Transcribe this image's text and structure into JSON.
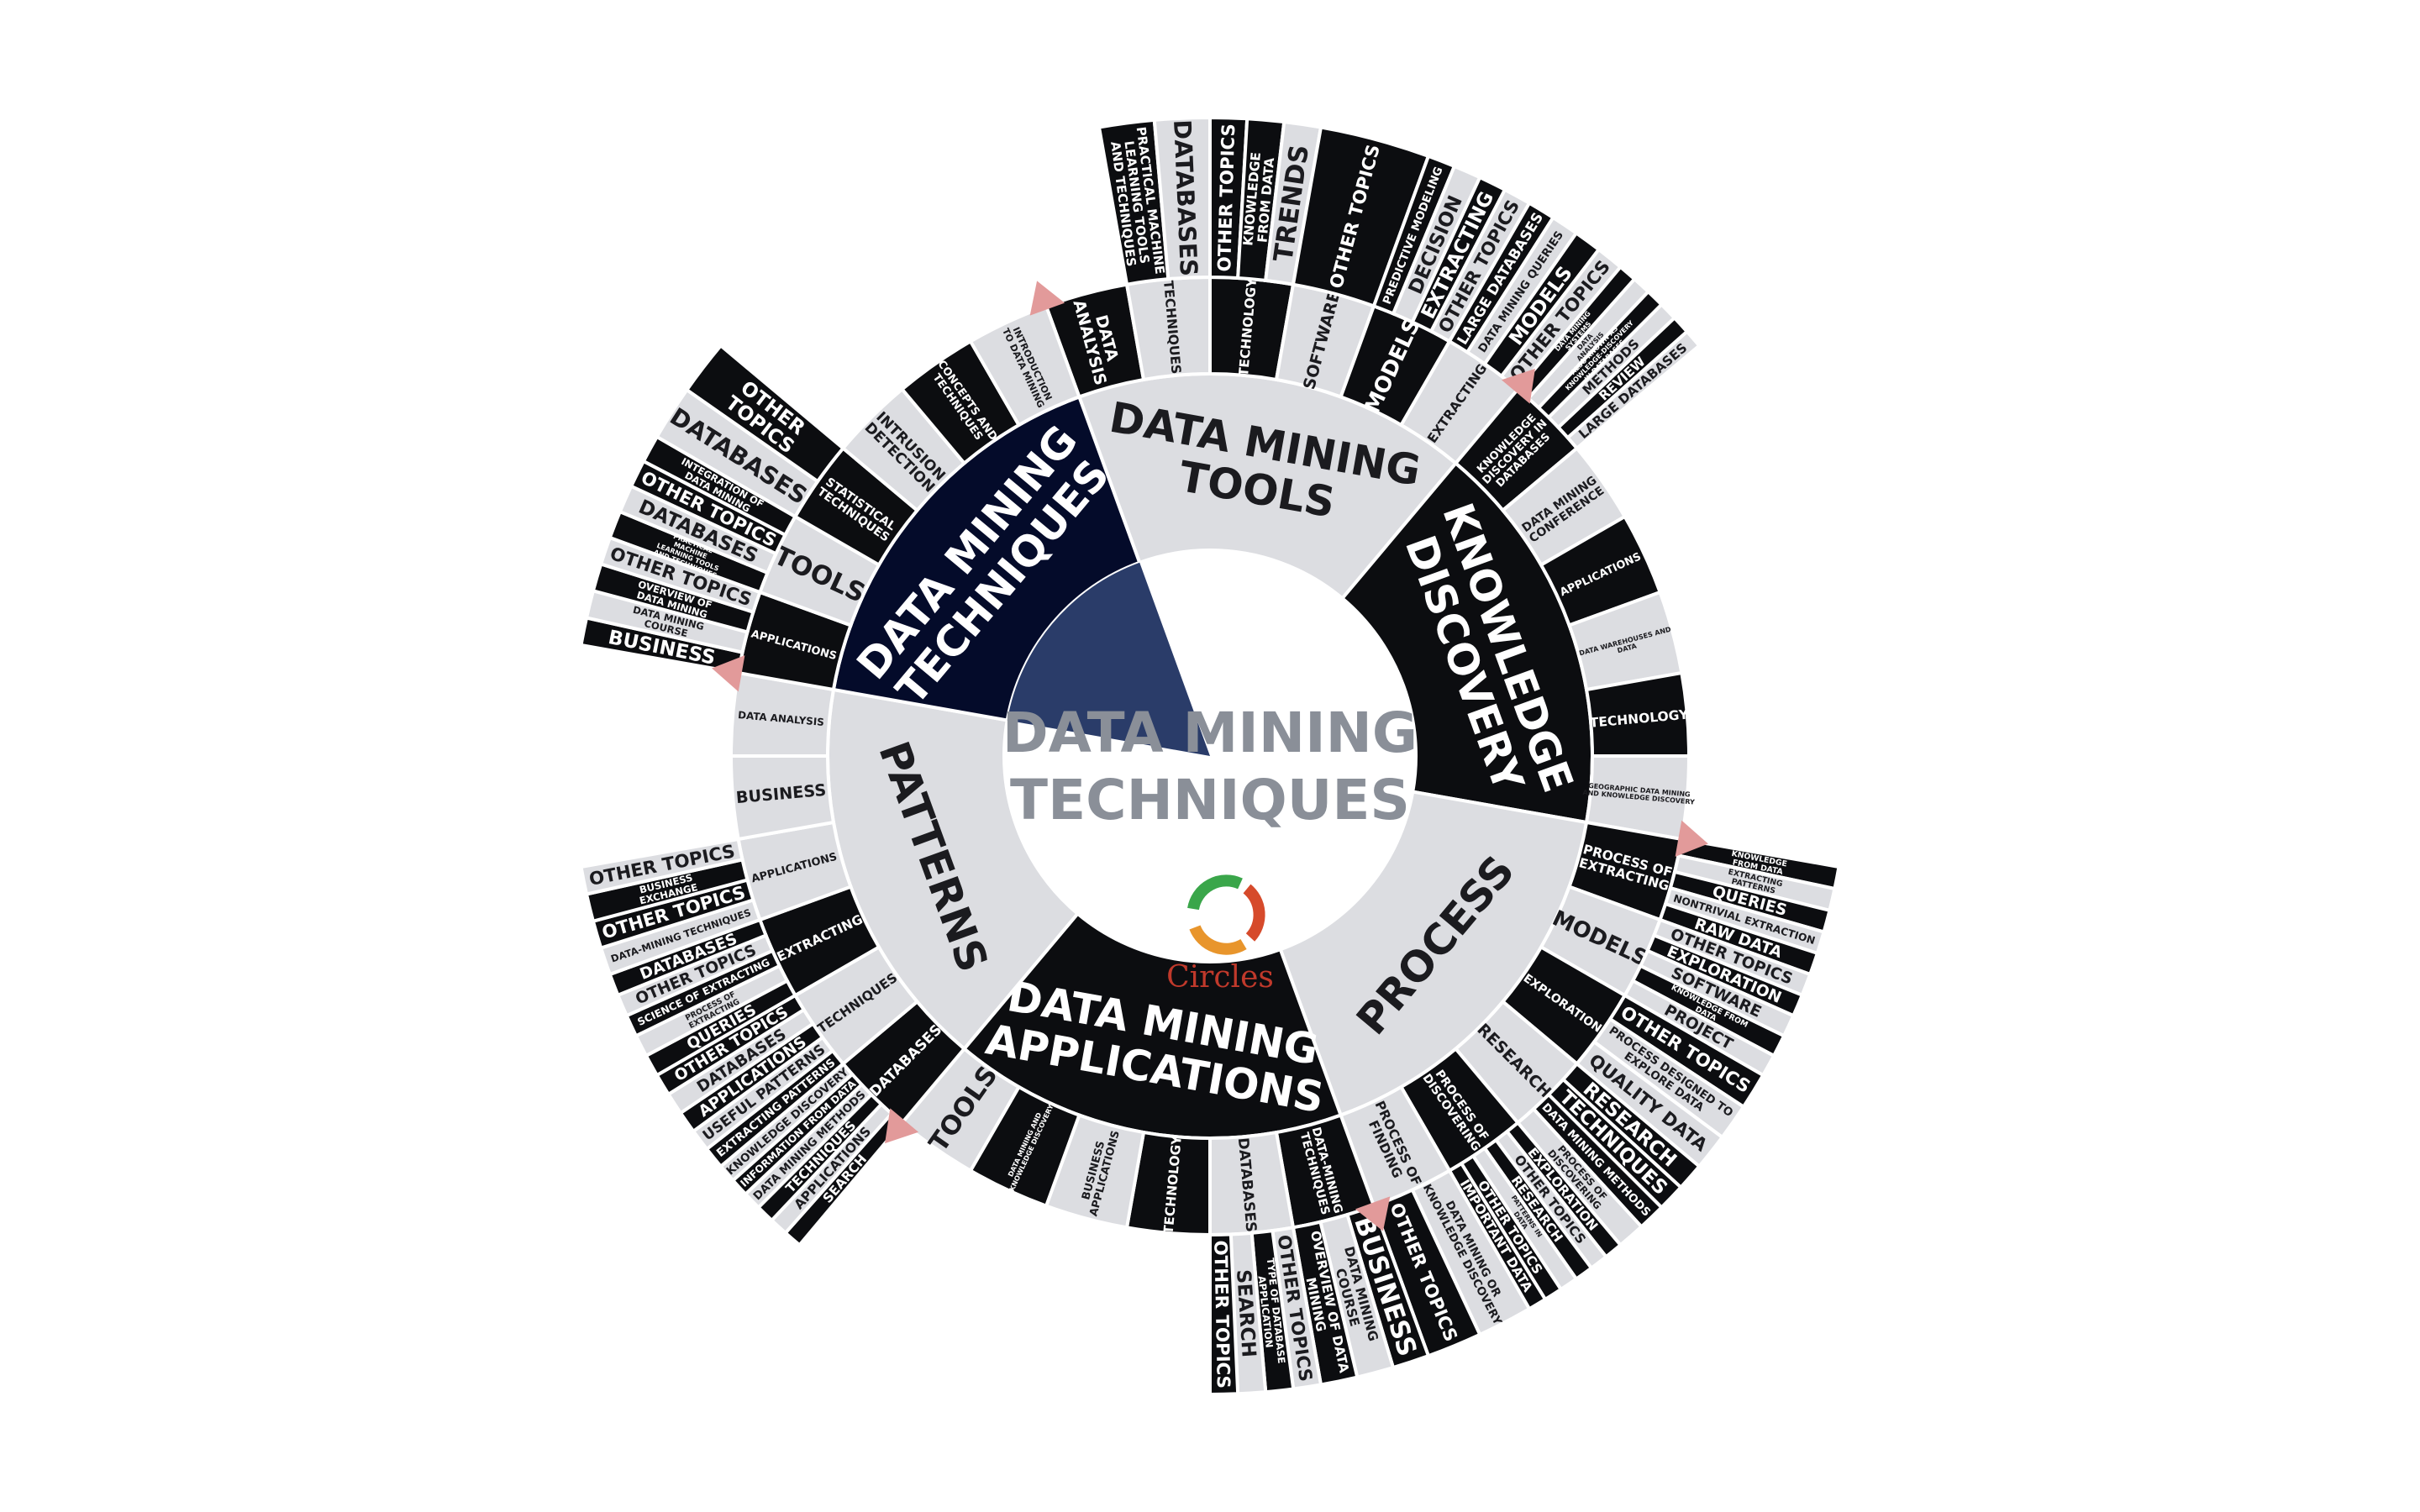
{
  "center": {
    "title_line1": "DATA MINING",
    "title_line2": "TECHNIQUES",
    "brand": "Circles"
  },
  "colors": {
    "dark": "#0c0d10",
    "light": "#dcdde1",
    "navy": "#040b2a",
    "navy_inner": "#2a3c69",
    "white": "#ffffff",
    "marker": "#e29a9a"
  },
  "categories": [
    {
      "id": "data-mining-tools",
      "label": [
        "DATA MINING",
        "TOOLS"
      ],
      "style": "light",
      "subs": [
        {
          "label": [
            "DATA",
            "ANALYSIS"
          ],
          "style": "dark",
          "leaves": []
        },
        {
          "label": [
            "TECHNIQUES"
          ],
          "style": "light",
          "leaves": [
            {
              "label": [
                "PRACTICAL MACHINE",
                "LEARNING TOOLS",
                "AND TECHNIQUES"
              ],
              "style": "dark"
            },
            {
              "label": [
                "DATABASES"
              ],
              "style": "light"
            }
          ]
        },
        {
          "label": [
            "TECHNOLOGY"
          ],
          "style": "dark",
          "leaves": [
            {
              "label": [
                "OTHER TOPICS"
              ],
              "style": "dark"
            },
            {
              "label": [
                "KNOWLEDGE",
                "FROM DATA"
              ],
              "style": "dark"
            },
            {
              "label": [
                "TRENDS"
              ],
              "style": "light"
            }
          ]
        },
        {
          "label": [
            "SOFTWARE"
          ],
          "style": "light",
          "leaves": [
            {
              "label": [
                "OTHER TOPICS"
              ],
              "style": "dark"
            }
          ]
        },
        {
          "label": [
            "MODELS"
          ],
          "style": "dark",
          "leaves": [
            {
              "label": [
                "PREDICTIVE MODELING"
              ],
              "style": "dark"
            },
            {
              "label": [
                "DECISION"
              ],
              "style": "light"
            },
            {
              "label": [
                "EXTRACTING"
              ],
              "style": "dark"
            },
            {
              "label": [
                "OTHER TOPICS"
              ],
              "style": "light"
            }
          ]
        },
        {
          "label": [
            "EXTRACTING"
          ],
          "style": "light",
          "leaves": [
            {
              "label": [
                "LARGE DATABASES"
              ],
              "style": "dark"
            },
            {
              "label": [
                "DATA MINING QUERIES"
              ],
              "style": "light"
            },
            {
              "label": [
                "MODELS"
              ],
              "style": "dark"
            },
            {
              "label": [
                "OTHER TOPICS"
              ],
              "style": "light"
            }
          ]
        }
      ]
    },
    {
      "id": "knowledge-discovery",
      "label": [
        "KNOWLEDGE",
        "DISCOVERY"
      ],
      "style": "dark",
      "subs": [
        {
          "label": [
            "KNOWLEDGE",
            "DISCOVERY IN",
            "DATABASES"
          ],
          "style": "dark",
          "leaves": [
            {
              "label": [
                "DATA MINING",
                "SYSTEMS"
              ],
              "style": "dark"
            },
            {
              "label": [
                "DATA",
                "ANALYSIS"
              ],
              "style": "light"
            },
            {
              "label": [
                "ALSO KNOWN AS",
                "KNOWLEDGE-DISCOVERY",
                "IN DATABASES"
              ],
              "style": "dark"
            },
            {
              "label": [
                "METHODS"
              ],
              "style": "light"
            },
            {
              "label": [
                "REVIEW"
              ],
              "style": "dark"
            },
            {
              "label": [
                "LARGE DATABASES"
              ],
              "style": "light"
            }
          ]
        },
        {
          "label": [
            "DATA MINING",
            "CONFERENCE"
          ],
          "style": "light",
          "leaves": []
        },
        {
          "label": [
            "APPLICATIONS"
          ],
          "style": "dark",
          "leaves": []
        },
        {
          "label": [
            "DATA WAREHOUSES AND",
            "DATA"
          ],
          "style": "light",
          "leaves": []
        },
        {
          "label": [
            "TECHNOLOGY"
          ],
          "style": "dark",
          "leaves": []
        },
        {
          "label": [
            "GEOGRAPHIC DATA MINING",
            "AND KNOWLEDGE DISCOVERY"
          ],
          "style": "light",
          "leaves": []
        }
      ]
    },
    {
      "id": "process",
      "label": [
        "PROCESS"
      ],
      "style": "light",
      "subs": [
        {
          "label": [
            "PROCESS OF",
            "EXTRACTING"
          ],
          "style": "dark",
          "leaves": [
            {
              "label": [
                "KNOWLEDGE",
                "FROM DATA"
              ],
              "style": "dark"
            },
            {
              "label": [
                "EXTRACTING",
                "PATTERNS"
              ],
              "style": "light"
            },
            {
              "label": [
                "QUERIES"
              ],
              "style": "dark"
            },
            {
              "label": [
                "NONTRIVIAL EXTRACTION"
              ],
              "style": "light"
            },
            {
              "label": [
                "RAW DATA"
              ],
              "style": "dark"
            }
          ]
        },
        {
          "label": [
            "MODELS"
          ],
          "style": "light",
          "leaves": [
            {
              "label": [
                "OTHER TOPICS"
              ],
              "style": "light"
            },
            {
              "label": [
                "EXPLORATION"
              ],
              "style": "dark"
            },
            {
              "label": [
                "SOFTWARE"
              ],
              "style": "light"
            },
            {
              "label": [
                "KNOWLEDGE FROM",
                "DATA"
              ],
              "style": "dark"
            },
            {
              "label": [
                "PROJECT"
              ],
              "style": "light"
            }
          ]
        },
        {
          "label": [
            "EXPLORATION"
          ],
          "style": "dark",
          "leaves": [
            {
              "label": [
                "OTHER TOPICS"
              ],
              "style": "dark"
            },
            {
              "label": [
                "PROCESS DESIGNED TO",
                "EXPLORE DATA"
              ],
              "style": "light"
            },
            {
              "label": [
                "QUALITY DATA"
              ],
              "style": "light"
            }
          ]
        },
        {
          "label": [
            "RESEARCH"
          ],
          "style": "light",
          "leaves": [
            {
              "label": [
                "RESEARCH"
              ],
              "style": "dark"
            },
            {
              "label": [
                "TECHNIQUES"
              ],
              "style": "dark"
            },
            {
              "label": [
                "DATA MINING METHODS"
              ],
              "style": "dark"
            },
            {
              "label": [
                "PROCESS OF",
                "DISCOVERING"
              ],
              "style": "light"
            }
          ]
        },
        {
          "label": [
            "PROCESS OF",
            "DISCOVERING"
          ],
          "style": "dark",
          "leaves": [
            {
              "label": [
                "EXPLORATION"
              ],
              "style": "dark"
            },
            {
              "label": [
                "OTHER TOPICS"
              ],
              "style": "light"
            },
            {
              "label": [
                "RESEARCH"
              ],
              "style": "dark"
            },
            {
              "label": [
                "PATTERNS IN",
                "DATA"
              ],
              "style": "light"
            },
            {
              "label": [
                "OTHER TOPICS"
              ],
              "style": "dark"
            },
            {
              "label": [
                "IMPORTANT DATA"
              ],
              "style": "dark"
            }
          ]
        },
        {
          "label": [
            "PROCESS OF",
            "FINDING"
          ],
          "style": "light",
          "leaves": [
            {
              "label": [
                "DATA MINING OR",
                "KNOWLEDGE DISCOVERY"
              ],
              "style": "light"
            },
            {
              "label": [
                "OTHER TOPICS"
              ],
              "style": "dark"
            }
          ]
        }
      ]
    },
    {
      "id": "data-mining-applications",
      "label": [
        "DATA MINING",
        "APPLICATIONS"
      ],
      "style": "dark",
      "subs": [
        {
          "label": [
            "DATA-MINING",
            "TECHNIQUES"
          ],
          "style": "dark",
          "leaves": [
            {
              "label": [
                "BUSINESS"
              ],
              "style": "dark"
            },
            {
              "label": [
                "DATA MINING",
                "COURSE"
              ],
              "style": "light"
            },
            {
              "label": [
                "OVERVIEW OF DATA",
                "MINING"
              ],
              "style": "dark"
            }
          ]
        },
        {
          "label": [
            "DATABASES"
          ],
          "style": "light",
          "leaves": [
            {
              "label": [
                "OTHER TOPICS"
              ],
              "style": "light"
            },
            {
              "label": [
                "TYPE OF DATABASE",
                "APPLICATION"
              ],
              "style": "dark"
            },
            {
              "label": [
                "SEARCH"
              ],
              "style": "light"
            },
            {
              "label": [
                "OTHER TOPICS"
              ],
              "style": "dark"
            }
          ]
        },
        {
          "label": [
            "TECHNOLOGY"
          ],
          "style": "dark",
          "leaves": []
        },
        {
          "label": [
            "BUSINESS",
            "APPLICATIONS"
          ],
          "style": "light",
          "leaves": []
        },
        {
          "label": [
            "DATA MINING AND",
            "KNOWLEDGE DISCOVERY"
          ],
          "style": "dark",
          "leaves": []
        },
        {
          "label": [
            "TOOLS"
          ],
          "style": "light",
          "leaves": []
        }
      ]
    },
    {
      "id": "patterns",
      "label": [
        "PATTERNS"
      ],
      "style": "light",
      "subs": [
        {
          "label": [
            "DATABASES"
          ],
          "style": "dark",
          "leaves": [
            {
              "label": [
                "SEARCH"
              ],
              "style": "dark"
            },
            {
              "label": [
                "APPLICATIONS"
              ],
              "style": "light"
            },
            {
              "label": [
                "TECHNIQUES"
              ],
              "style": "dark"
            },
            {
              "label": [
                "DATA MINING METHODS"
              ],
              "style": "light"
            },
            {
              "label": [
                "INFORMATION FROM DATA"
              ],
              "style": "dark"
            },
            {
              "label": [
                "KNOWLEDGE DISCOVERY"
              ],
              "style": "light"
            }
          ]
        },
        {
          "label": [
            "TECHNIQUES"
          ],
          "style": "light",
          "leaves": [
            {
              "label": [
                "EXTRACTING PATTERNS"
              ],
              "style": "dark"
            },
            {
              "label": [
                "USEFUL PATTERNS"
              ],
              "style": "light"
            },
            {
              "label": [
                "APPLICATIONS"
              ],
              "style": "dark"
            },
            {
              "label": [
                "DATABASES"
              ],
              "style": "light"
            },
            {
              "label": [
                "OTHER TOPICS"
              ],
              "style": "dark"
            }
          ]
        },
        {
          "label": [
            "EXTRACTING"
          ],
          "style": "dark",
          "leaves": [
            {
              "label": [
                "QUERIES"
              ],
              "style": "dark"
            },
            {
              "label": [
                "PROCESS OF",
                "EXTRACTING"
              ],
              "style": "light"
            },
            {
              "label": [
                "SCIENCE OF EXTRACTING"
              ],
              "style": "dark"
            },
            {
              "label": [
                "OTHER TOPICS"
              ],
              "style": "light"
            },
            {
              "label": [
                "DATABASES"
              ],
              "style": "dark"
            }
          ]
        },
        {
          "label": [
            "APPLICATIONS"
          ],
          "style": "light",
          "leaves": [
            {
              "label": [
                "DATA-MINING TECHNIQUES"
              ],
              "style": "light"
            },
            {
              "label": [
                "OTHER TOPICS"
              ],
              "style": "dark"
            },
            {
              "label": [
                "BUSINESS",
                "EXCHANGE"
              ],
              "style": "dark"
            },
            {
              "label": [
                "OTHER TOPICS"
              ],
              "style": "light"
            }
          ]
        },
        {
          "label": [
            "BUSINESS"
          ],
          "style": "light",
          "leaves": []
        },
        {
          "label": [
            "DATA ANALYSIS"
          ],
          "style": "light",
          "leaves": []
        }
      ]
    },
    {
      "id": "data-mining-techniques",
      "label": [
        "DATA MINING",
        "TECHNIQUES"
      ],
      "style": "navy",
      "subs": [
        {
          "label": [
            "APPLICATIONS"
          ],
          "style": "dark",
          "leaves": [
            {
              "label": [
                "BUSINESS"
              ],
              "style": "dark"
            },
            {
              "label": [
                "DATA MINING",
                "COURSE"
              ],
              "style": "light"
            },
            {
              "label": [
                "OVERVIEW OF",
                "DATA MINING"
              ],
              "style": "dark"
            },
            {
              "label": [
                "OTHER TOPICS"
              ],
              "style": "light"
            }
          ]
        },
        {
          "label": [
            "TOOLS"
          ],
          "style": "light",
          "leaves": [
            {
              "label": [
                "PRACTICAL",
                "MACHINE",
                "LEARNING TOOLS",
                "AND TECHNIQUES"
              ],
              "style": "dark"
            },
            {
              "label": [
                "DATABASES"
              ],
              "style": "light"
            },
            {
              "label": [
                "OTHER TOPICS"
              ],
              "style": "dark"
            },
            {
              "label": [
                "INTEGRATION OF",
                "DATA MINING"
              ],
              "style": "dark"
            }
          ]
        },
        {
          "label": [
            "STATISTICAL",
            "TECHNIQUES"
          ],
          "style": "dark",
          "leaves": [
            {
              "label": [
                "DATABASES"
              ],
              "style": "light"
            },
            {
              "label": [
                "OTHER",
                "TOPICS"
              ],
              "style": "dark"
            }
          ]
        },
        {
          "label": [
            "INTRUSION",
            "DETECTION"
          ],
          "style": "light",
          "leaves": []
        },
        {
          "label": [
            "CONCEPTS AND",
            "TECHNIQUES"
          ],
          "style": "dark",
          "leaves": []
        },
        {
          "label": [
            "INTRODUCTION",
            "TO DATA MINING"
          ],
          "style": "light",
          "leaves": []
        }
      ]
    }
  ]
}
